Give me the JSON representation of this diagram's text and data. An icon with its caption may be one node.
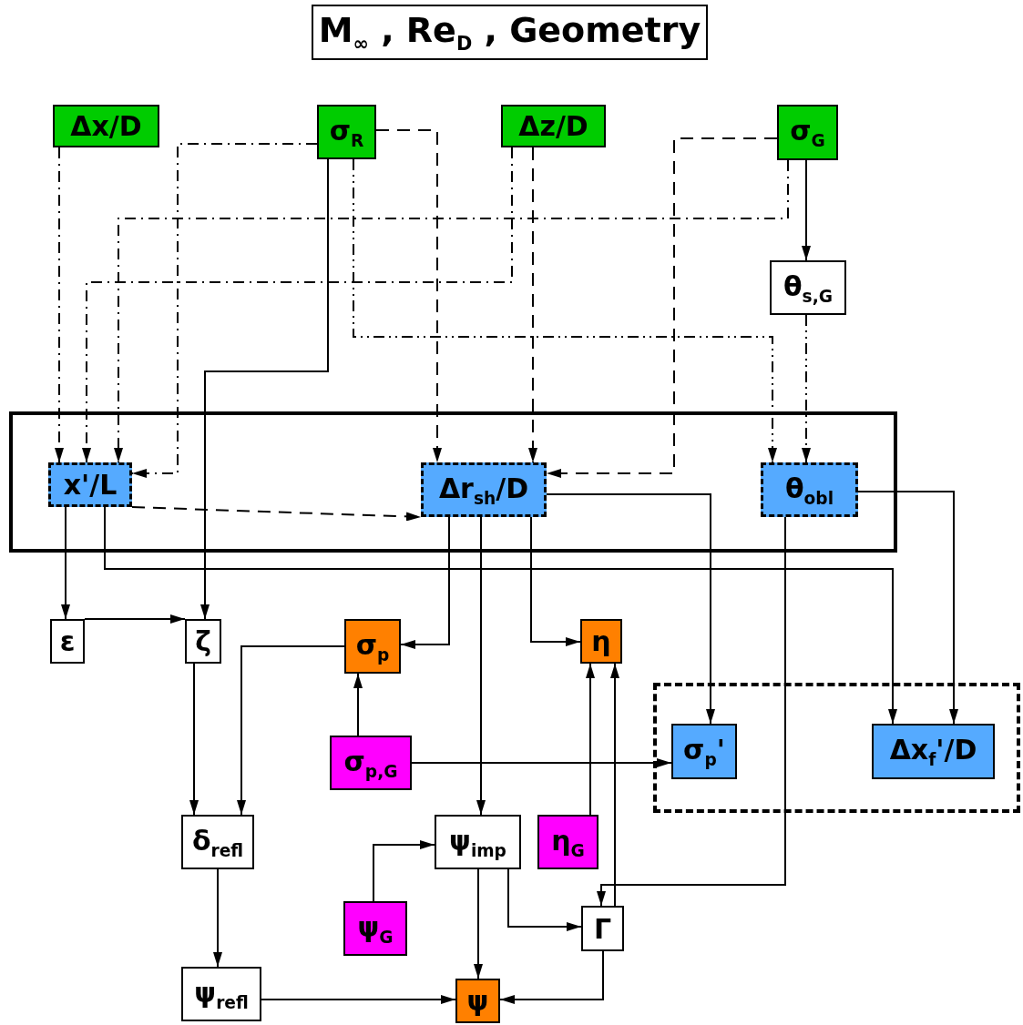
{
  "diagram": {
    "title": "M$_{∞}$ , Re$_{D}$ , Geometry",
    "nodes": [
      {
        "text": [
          "Δx/D"
        ]
      },
      {
        "text": [
          "σ$_{R}$"
        ]
      },
      {
        "text": [
          "Δz/D"
        ]
      },
      {
        "text": [
          "σ$_{G}$"
        ]
      },
      {
        "text": [
          "θ$_{s,G}$"
        ]
      },
      {
        "text": [],
        "shape": "box"
      },
      {
        "text": [
          "x'/L"
        ],
        "in": 5
      },
      {
        "text": [
          "Δr$_{sh}$/D"
        ],
        "in": 5
      },
      {
        "text": [
          "θ$_{obl}$"
        ],
        "in": 5
      },
      {
        "text": [
          "ε"
        ]
      },
      {
        "text": [
          "ζ"
        ]
      },
      {
        "text": [
          "σ$_{p}$"
        ]
      },
      {
        "text": [
          "η"
        ]
      },
      {
        "text": [],
        "shape": "box"
      },
      {
        "text": [
          "σ$_{p}$'"
        ],
        "in": 13
      },
      {
        "text": [
          "Δx$_{f}$'/D"
        ],
        "in": 13
      },
      {
        "text": [
          "σ$_{p,G}$"
        ]
      },
      {
        "text": [
          "δ$_{refl}$"
        ]
      },
      {
        "text": [
          "ψ$_{imp}$"
        ]
      },
      {
        "text": [
          "η$_{G}$"
        ]
      },
      {
        "text": [
          "ψ$_{G}$"
        ]
      },
      {
        "text": [
          "Γ"
        ]
      },
      {
        "text": [
          "ψ$_{refl}$"
        ]
      },
      {
        "text": [
          "ψ"
        ]
      }
    ],
    "edges": [
      {
        "from": 0,
        "to": 6,
        "arrow": "to",
        "style": "dashed"
      },
      {
        "from": 1,
        "to": 6,
        "arrow": "to",
        "style": "dashed"
      },
      {
        "from": 1,
        "to": 7,
        "arrow": "to",
        "style": "dashed"
      },
      {
        "from": 1,
        "to": 10,
        "arrow": "to"
      },
      {
        "from": 1,
        "to": 8,
        "arrow": "to",
        "style": "dashed"
      },
      {
        "from": 2,
        "to": 6,
        "arrow": "to",
        "style": "dashed"
      },
      {
        "from": 2,
        "to": 7,
        "arrow": "to",
        "style": "dashed"
      },
      {
        "from": 3,
        "to": 7,
        "arrow": "to",
        "style": "dashed"
      },
      {
        "from": 3,
        "to": 6,
        "arrow": "to",
        "style": "dashed"
      },
      {
        "from": 3,
        "to": 4,
        "arrow": "to"
      },
      {
        "from": 4,
        "to": 8,
        "arrow": "to",
        "style": "dashed"
      },
      {
        "from": 6,
        "to": 7,
        "arrow": "to",
        "style": "dashed"
      },
      {
        "from": 9,
        "to": 10,
        "arrow": "to"
      },
      {
        "from": 6,
        "to": 9,
        "arrow": "to"
      },
      {
        "from": 6,
        "to": 15,
        "arrow": "to"
      },
      {
        "from": 7,
        "to": 11,
        "arrow": "to"
      },
      {
        "from": 7,
        "to": 18,
        "arrow": "to"
      },
      {
        "from": 7,
        "to": 12,
        "arrow": "to"
      },
      {
        "from": 7,
        "to": 14,
        "arrow": "to"
      },
      {
        "from": 8,
        "to": 15,
        "arrow": "to"
      },
      {
        "from": 8,
        "to": 21,
        "arrow": "to"
      },
      {
        "from": 10,
        "to": 17,
        "arrow": "to"
      },
      {
        "from": 11,
        "to": 17,
        "arrow": "to"
      },
      {
        "from": 16,
        "to": 11,
        "arrow": "to"
      },
      {
        "from": 16,
        "to": 14,
        "arrow": "to"
      },
      {
        "from": 19,
        "to": 12,
        "arrow": "to"
      },
      {
        "from": 20,
        "to": 18,
        "arrow": "to"
      },
      {
        "from": 18,
        "to": 23,
        "arrow": "to"
      },
      {
        "from": 18,
        "to": 21,
        "arrow": "to"
      },
      {
        "from": 21,
        "to": 12,
        "arrow": "to"
      },
      {
        "from": 17,
        "to": 22,
        "arrow": "to"
      },
      {
        "from": 22,
        "to": 23,
        "arrow": "to"
      },
      {
        "from": 21,
        "to": 23,
        "arrow": "to"
      }
    ]
  }
}
